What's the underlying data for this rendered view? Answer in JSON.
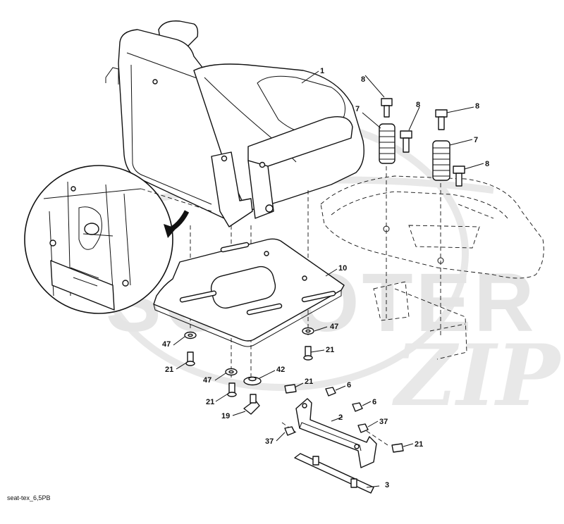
{
  "diagram": {
    "callouts": [
      {
        "id": "1",
        "label": "1"
      },
      {
        "id": "2",
        "label": "2"
      },
      {
        "id": "3",
        "label": "3"
      },
      {
        "id": "6",
        "label": "6"
      },
      {
        "id": "7",
        "label": "7"
      },
      {
        "id": "8",
        "label": "8"
      },
      {
        "id": "10",
        "label": "10"
      },
      {
        "id": "19",
        "label": "19"
      },
      {
        "id": "21",
        "label": "21"
      },
      {
        "id": "37",
        "label": "37"
      },
      {
        "id": "42",
        "label": "42"
      },
      {
        "id": "47",
        "label": "47"
      }
    ],
    "watermark_text": "SCOOTER",
    "watermark_script": "ZIP",
    "footer_code": "seat-tex_6,5PB"
  }
}
